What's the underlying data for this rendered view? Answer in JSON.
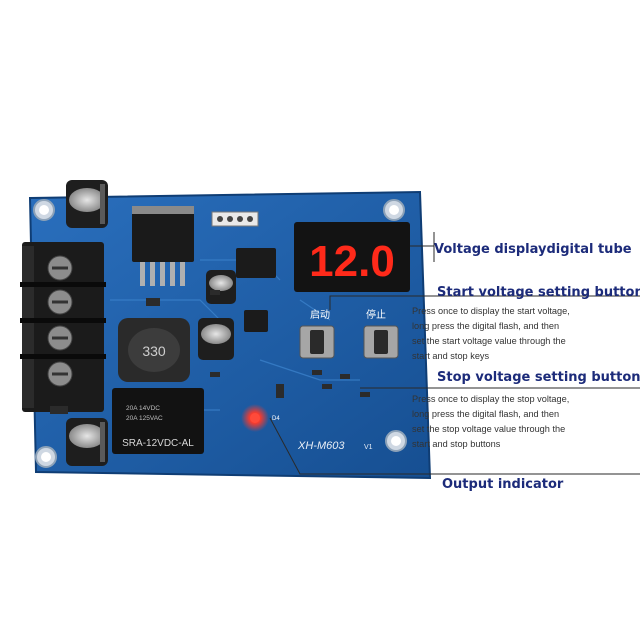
{
  "board": {
    "model_label": "XH-M603",
    "version_mark": "V1",
    "display_value": "12.0",
    "start_key_label": "启动",
    "stop_key_label": "停止",
    "inductor_marking": "330",
    "relay_marking": "SRA-12VDC-AL",
    "relay_rating_1": "20A 14VDC",
    "relay_rating_2": "20A 125VAC",
    "led_label": "D4",
    "colors": {
      "pcb_blue": "#1e5fa8",
      "display_red": "#ff2a1a",
      "callout_text": "#1c2b7a"
    }
  },
  "callouts": {
    "display": {
      "title": "Voltage displaydigital tube"
    },
    "start": {
      "title": "Start voltage setting button",
      "desc_lines": [
        "Press once to display the start voltage,",
        "long press the digital flash, and then",
        "set the start voltage value through the",
        "start and stop keys"
      ]
    },
    "stop": {
      "title": "Stop voltage setting button",
      "desc_lines": [
        "Press once to display the stop voltage,",
        "long press the digital flash, and then",
        "set the stop voltage value through the",
        "start and stop buttons"
      ]
    },
    "output": {
      "title": "Output indicator"
    }
  }
}
